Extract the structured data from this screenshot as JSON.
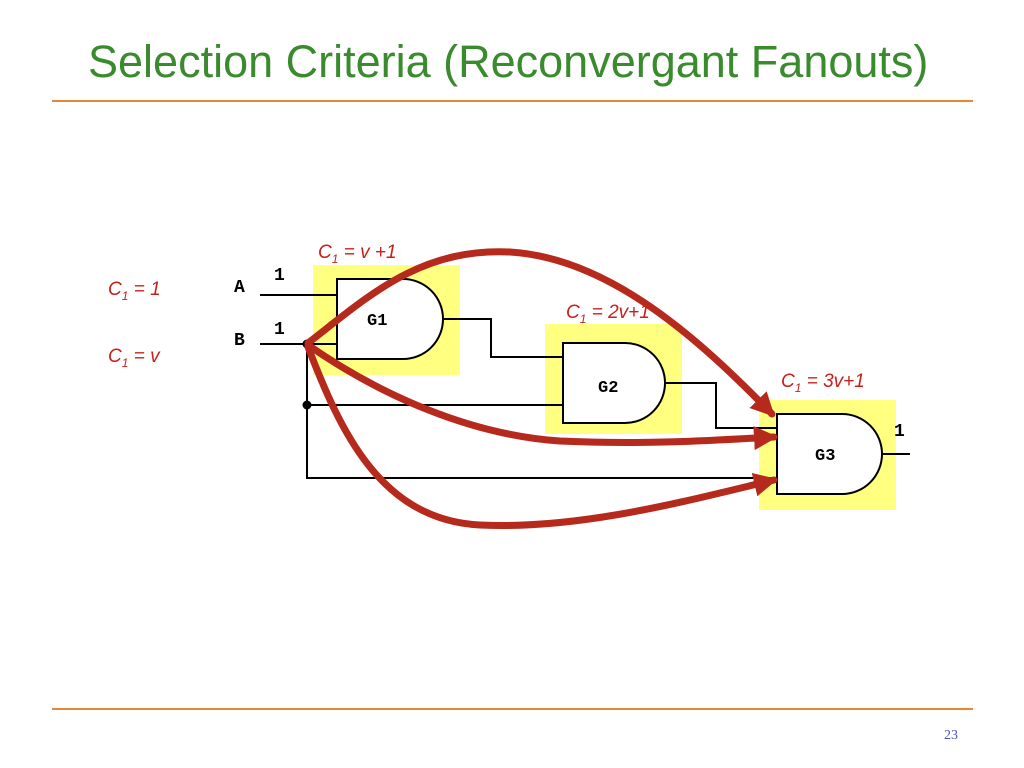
{
  "slide": {
    "title": "Selection Criteria (Reconvergant Fanouts)",
    "page_number": "23"
  },
  "circuit": {
    "inputs": [
      {
        "name": "A",
        "value": "1"
      },
      {
        "name": "B",
        "value": "1"
      }
    ],
    "gates": [
      {
        "name": "G1"
      },
      {
        "name": "G2"
      },
      {
        "name": "G3"
      }
    ],
    "output_value": "1"
  },
  "costs": {
    "c_letter": "C",
    "c_sub": "1",
    "input_a": " =  1",
    "input_b": " = v",
    "g1": " = v +1",
    "g2": " = 2v+1",
    "g3": " = 3v+1"
  },
  "colors": {
    "title": "#3a8a2e",
    "rule": "#e8872f",
    "cost_text": "#c8201a",
    "arrow": "#b52a1c",
    "highlight": "#ffff80"
  }
}
